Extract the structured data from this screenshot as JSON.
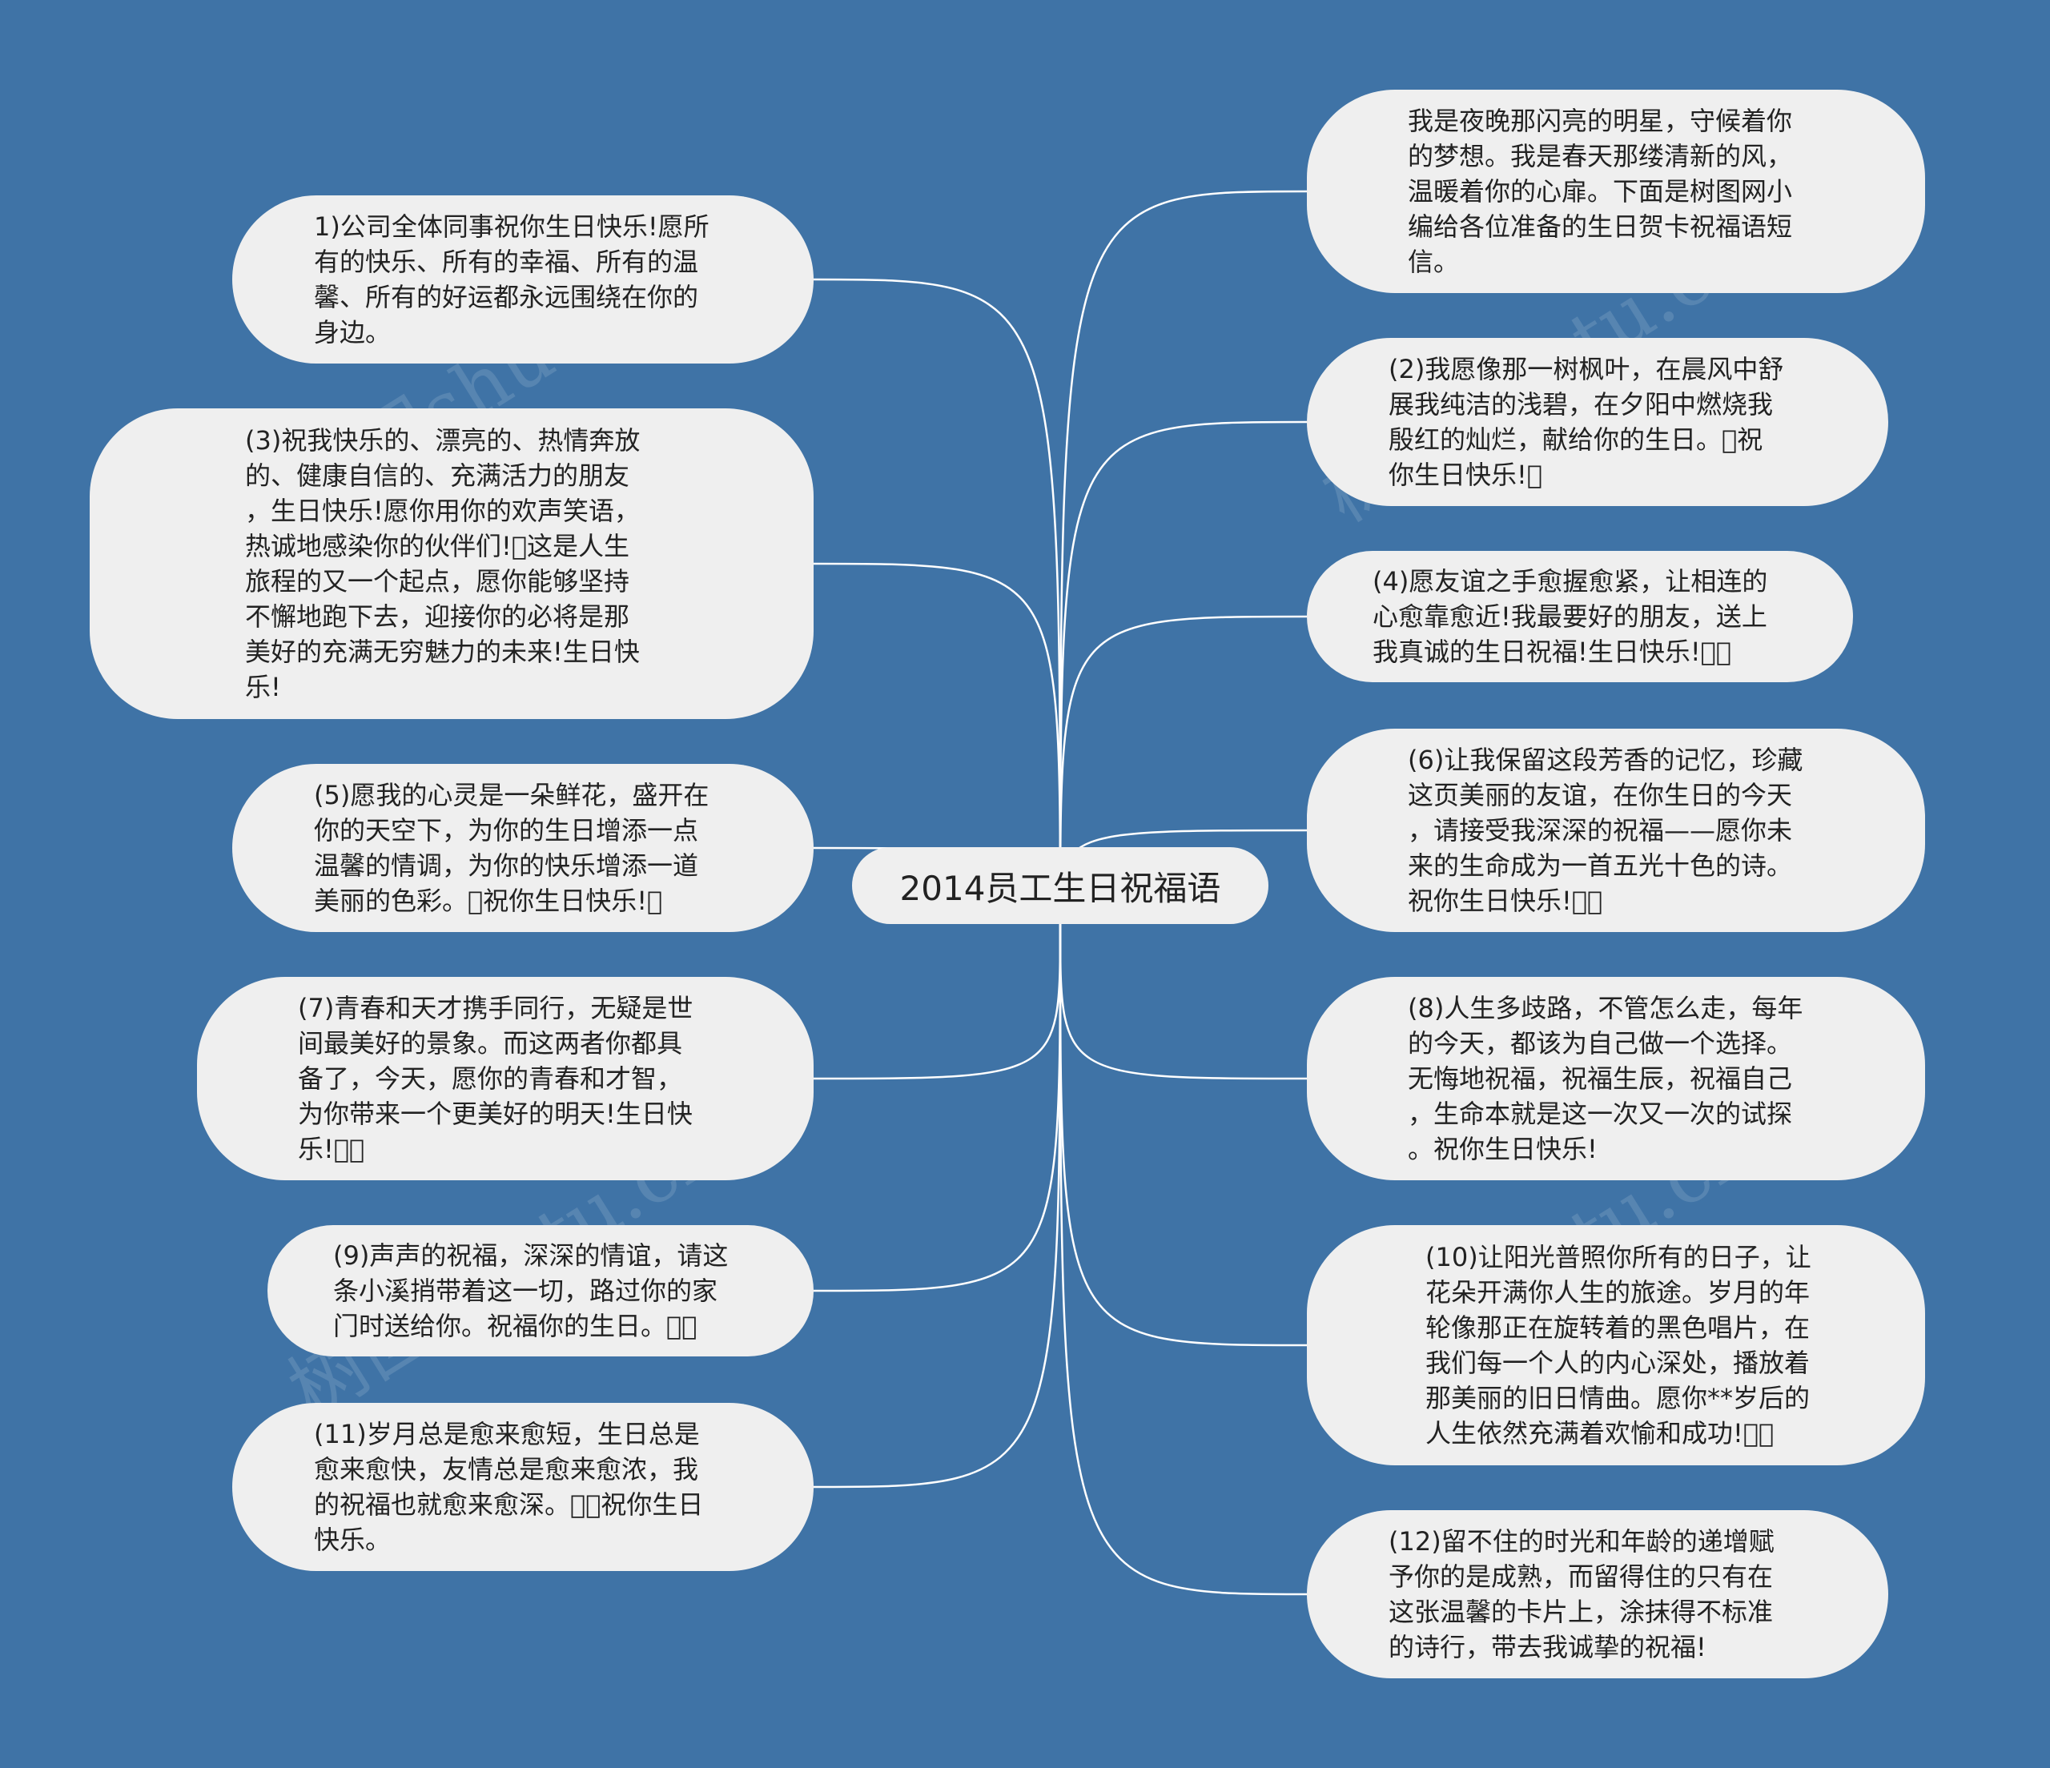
{
  "title": "2014员工生日祝福语",
  "watermark": "树图shutu.cn",
  "colors": {
    "background": "#3f73a6",
    "node": "#efefef",
    "line": "#ffffff",
    "text": "#222222"
  },
  "nodes": [
    {
      "id": "left-1",
      "text": "1)公司全体同事祝你生日快乐!愿所\n有的快乐、所有的幸福、所有的温\n馨、所有的好运都永远围绕在你的\n身边。"
    },
    {
      "id": "left-2",
      "text": "(3)祝我快乐的、漂亮的、热情奔放\n的、健康自信的、充满活力的朋友\n，生日快乐!愿你用你的欢声笑语，\n热诚地感染你的伙伴们!\u0000这是人生\n旅程的又一个起点，愿你能够坚持\n不懈地跑下去，迎接你的必将是那\n美好的充满无穷魅力的未来!生日快\n乐!"
    },
    {
      "id": "left-3",
      "text": "(5)愿我的心灵是一朵鲜花，盛开在\n你的天空下，为你的生日增添一点\n温馨的情调，为你的快乐增添一道\n美丽的色彩。\u0000祝你生日快乐!\u0000"
    },
    {
      "id": "left-4",
      "text": "(7)青春和天才携手同行，无疑是世\n间最美好的景象。而这两者你都具\n备了，今天，愿你的青春和才智，\n为你带来一个更美好的明天!生日快\n乐!\u0000\u0000"
    },
    {
      "id": "left-5",
      "text": "(9)声声的祝福，深深的情谊，请这\n条小溪捎带着这一切，路过你的家\n门时送给你。祝福你的生日。\u0000\u0000"
    },
    {
      "id": "left-6",
      "text": "(11)岁月总是愈来愈短，生日总是\n愈来愈快，友情总是愈来愈浓，我\n的祝福也就愈来愈深。\u0000\u0000祝你生日\n快乐。"
    },
    {
      "id": "right-1",
      "text": "我是夜晚那闪亮的明星，守候着你\n的梦想。我是春天那缕清新的风，\n温暖着你的心扉。下面是树图网小\n编给各位准备的生日贺卡祝福语短\n信。"
    },
    {
      "id": "right-2",
      "text": "(2)我愿像那一树枫叶，在晨风中舒\n展我纯洁的浅碧，在夕阳中燃烧我\n殷红的灿烂，献给你的生日。\u0000祝\n你生日快乐!\u0000"
    },
    {
      "id": "right-3",
      "text": "(4)愿友谊之手愈握愈紧，让相连的\n心愈靠愈近!我最要好的朋友，送上\n我真诚的生日祝福!生日快乐!\u0000\u0000"
    },
    {
      "id": "right-4",
      "text": "(6)让我保留这段芳香的记忆，珍藏\n这页美丽的友谊，在你生日的今天\n，请接受我深深的祝福——愿你未\n来的生命成为一首五光十色的诗。\n祝你生日快乐!\u0000\u0000"
    },
    {
      "id": "right-5",
      "text": "(8)人生多歧路，不管怎么走，每年\n的今天，都该为自己做一个选择。\n无悔地祝福，祝福生辰，祝福自己\n，生命本就是这一次又一次的试探\n。祝你生日快乐!"
    },
    {
      "id": "right-6",
      "text": "(10)让阳光普照你所有的日子，让\n花朵开满你人生的旅途。岁月的年\n轮像那正在旋转着的黑色唱片，在\n我们每一个人的内心深处，播放着\n那美丽的旧日情曲。愿你**岁后的\n人生依然充满着欢愉和成功!\u0000\u0000"
    },
    {
      "id": "right-7",
      "text": "(12)留不住的时光和年龄的递增赋\n予你的是成熟，而留得住的只有在\n这张温馨的卡片上，涂抹得不标准\n的诗行，带去我诚挚的祝福!"
    }
  ]
}
